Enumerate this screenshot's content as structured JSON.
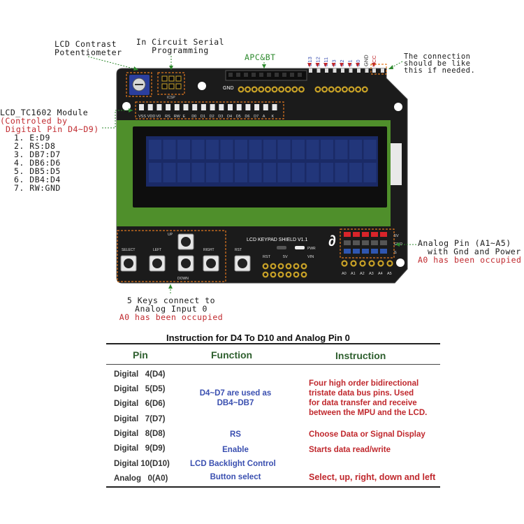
{
  "annotations": {
    "contrast": [
      "LCD  Contrast",
      "Potentiometer"
    ],
    "icsp": [
      "In Circuit Serial",
      "Programming"
    ],
    "apcbt": "APC&BT",
    "connection": [
      "The connection",
      "should be like",
      "this if needed."
    ],
    "lcd_module": {
      "title": "LCD_TC1602 Module",
      "sub1": "(Controled by",
      "sub2": "Digital Pin D4~D9)",
      "items": [
        "1. E:D9",
        "2. RS:D8",
        "3. DB7:D7",
        "4. DB6:D6",
        "5. DB5:D5",
        "6. DB4:D4",
        "7. RW:GND"
      ]
    },
    "analog_pin": {
      "line1": "Analog Pin (A1~A5)",
      "line2": "with Gnd and Power",
      "line3": "A0 has been occupied"
    },
    "keys": {
      "line1": "5 Keys connect to",
      "line2": "Analog Input 0",
      "line3": "A0 has been occupied"
    }
  },
  "board": {
    "top_pins": [
      "D13",
      "D12",
      "D11",
      "D3",
      "D2",
      "D1",
      "D0",
      "GND",
      "VCC"
    ],
    "gnd_label": "GND",
    "icsp_label": "ICSP",
    "lcd_pins": [
      "VSS",
      "VDD",
      "V0",
      "RS",
      "RW",
      "E",
      "D0",
      "D1",
      "D2",
      "D3",
      "D4",
      "D5",
      "D6",
      "D7",
      "A",
      "K"
    ],
    "shield_name": "LCD KEYPAD SHIELD V1.1",
    "pwr_label": "PWR",
    "keys": {
      "up": "UP",
      "select": "SELECT",
      "left": "LEFT",
      "right": "RIGHT",
      "down": "DOWN",
      "rst": "RST"
    },
    "power_header": [
      "RST",
      "5V",
      "VIN"
    ],
    "analog_rail": [
      "5V",
      "GND",
      "S"
    ],
    "analog_pins": [
      "A0",
      "A1",
      "A2",
      "A3",
      "A4",
      "A5"
    ],
    "colors": {
      "pcb": "#1b1b1b",
      "lcd_frame": "#4f8f2b",
      "lcd_screen": "#1a2a66",
      "gold": "#c9a227",
      "dash": "#e07820"
    }
  },
  "table": {
    "title": "Instruction for D4 To D10 and Analog Pin 0",
    "headers": [
      "Pin",
      "Function",
      "Instruction"
    ],
    "pins": [
      "Digital   4(D4)",
      "Digital   5(D5)",
      "Digital   6(D6)",
      "Digital   7(D7)",
      "Digital   8(D8)",
      "Digital   9(D9)",
      "Digital 10(D10)",
      "Analog   0(A0)"
    ],
    "functions": {
      "d4_d7": [
        "D4~D7 are used as",
        "DB4~DB7"
      ],
      "d8": "RS",
      "d9": "Enable",
      "d10": "LCD Backlight Control",
      "a0": "Button select"
    },
    "instructions": {
      "d4_d7": [
        "Four high order bidirectional",
        "tristate data bus pins. Used",
        "for data transfer and receive",
        "between the MPU and the LCD."
      ],
      "d8": "Choose Data or Signal Display",
      "d9": "Starts data read/write",
      "a0": "Select, up, right, down and left"
    }
  }
}
